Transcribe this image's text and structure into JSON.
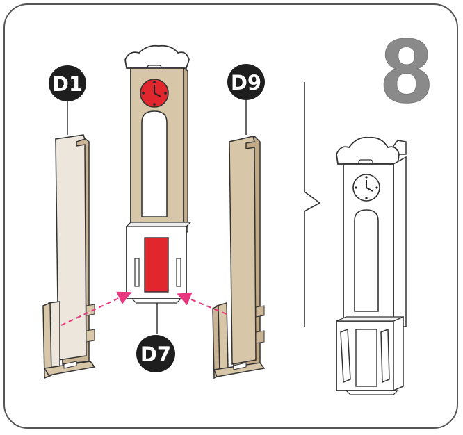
{
  "step": {
    "number": "8"
  },
  "parts": [
    {
      "id": "D1",
      "label": "D1"
    },
    {
      "id": "D9",
      "label": "D9"
    },
    {
      "id": "D7",
      "label": "D7"
    }
  ],
  "colors": {
    "wood": "#d8c6a8",
    "wood_light": "#ece6dc",
    "clock_face_red": "#e2262e",
    "panel_red": "#e2262e",
    "arrow_pink": "#e8377e",
    "badge": "#1e1e1e",
    "step_number": "#8a8a8a",
    "border": "#555555"
  },
  "icons": [
    "clock-icon",
    "arrow-right-icon",
    "arrow-left-icon"
  ]
}
